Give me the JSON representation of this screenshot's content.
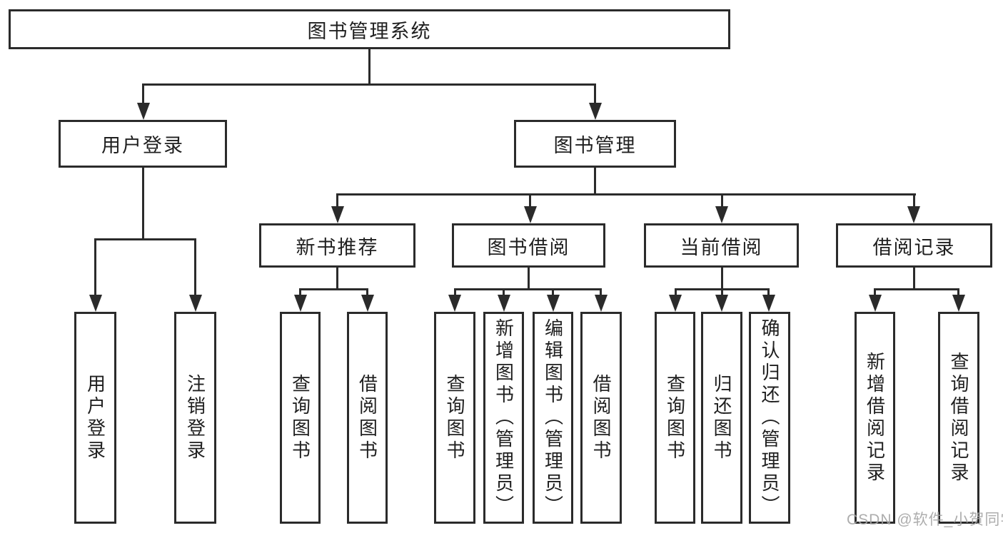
{
  "watermark": {
    "text": "CSDN @软件_小贺同学"
  },
  "colors": {
    "line": "#2b2b2b",
    "text": "#1f1f1f",
    "background": "#ffffff",
    "watermark": "#a4a4a4"
  },
  "tree": {
    "root": {
      "label": "图书管理系统",
      "children": [
        {
          "label": "用户登录",
          "children": [
            {
              "label": "用户登录"
            },
            {
              "label": "注销登录"
            }
          ]
        },
        {
          "label": "图书管理",
          "children": [
            {
              "label": "新书推荐",
              "children": [
                {
                  "label": "查询图书"
                },
                {
                  "label": "借阅图书"
                }
              ]
            },
            {
              "label": "图书借阅",
              "children": [
                {
                  "label": "查询图书"
                },
                {
                  "label": "新增图书（管理员）"
                },
                {
                  "label": "编辑图书（管理员）"
                },
                {
                  "label": "借阅图书"
                }
              ]
            },
            {
              "label": "当前借阅",
              "children": [
                {
                  "label": "查询图书"
                },
                {
                  "label": "归还图书"
                },
                {
                  "label": "确认归还（管理员）"
                }
              ]
            },
            {
              "label": "借阅记录",
              "children": [
                {
                  "label": "新增借阅记录"
                },
                {
                  "label": "查询借阅记录"
                }
              ]
            }
          ]
        }
      ]
    }
  }
}
